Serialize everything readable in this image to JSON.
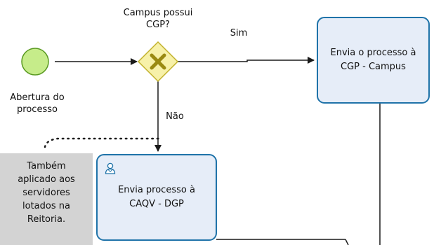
{
  "diagram": {
    "start_event": {
      "label_line1": "Abertura do",
      "label_line2": "processo"
    },
    "gateway": {
      "label_line1": "Campus possui",
      "label_line2": "CGP?"
    },
    "flows": {
      "yes_label": "Sim",
      "no_label": "Não"
    },
    "task_cgp": {
      "line1": "Envia o processo à",
      "line2": "CGP - Campus"
    },
    "task_caqv": {
      "line1": "Envia processo à",
      "line2": "CAQV - DGP",
      "icon": "user-icon"
    },
    "annotation": {
      "line1": "Também",
      "line2": "aplicado aos",
      "line3": "servidores",
      "line4": "lotados na",
      "line5": "Reitoria."
    }
  },
  "colors": {
    "task_border": "#1f73a9",
    "task_fill": "#e6edf8",
    "start_fill": "#c6ec8a",
    "start_stroke": "#5a9a22",
    "gateway_fill": "#f7f1a9",
    "gateway_stroke": "#c2b22c",
    "gateway_marker": "#9a8a12",
    "annotation_fill": "#d3d3d3"
  }
}
